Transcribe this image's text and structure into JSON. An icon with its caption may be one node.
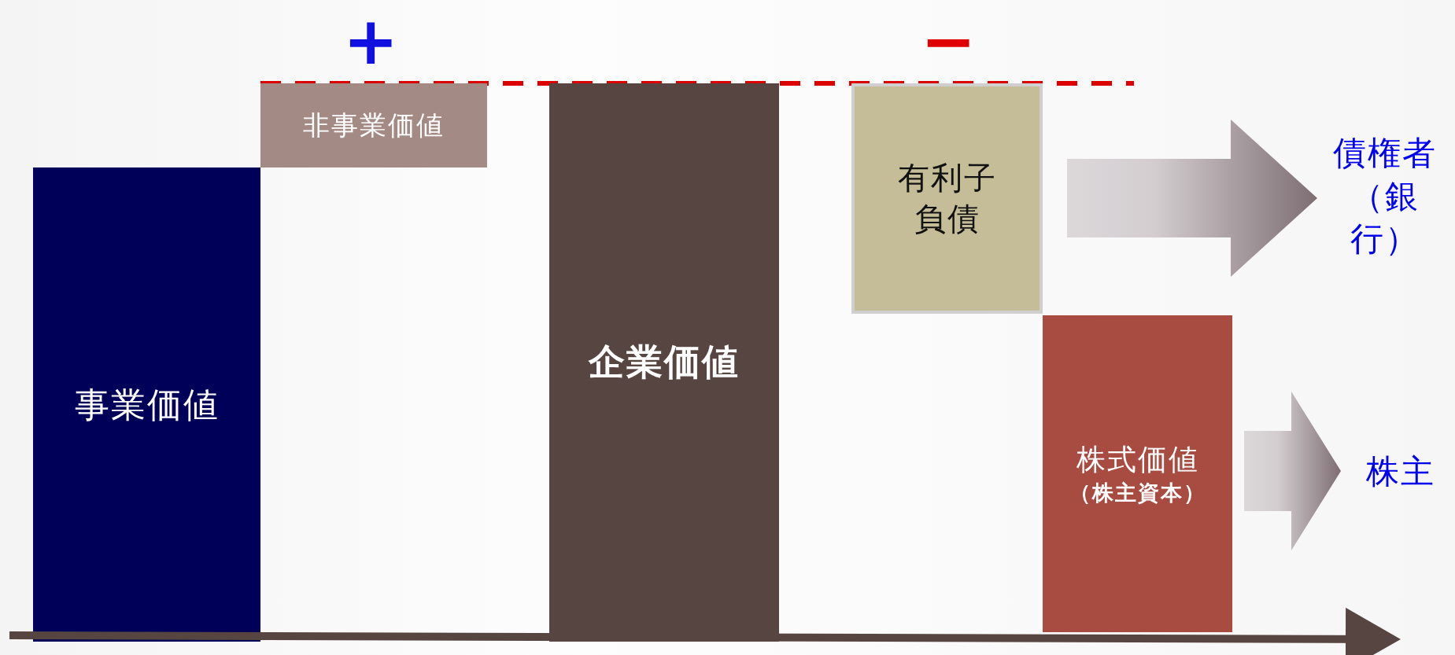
{
  "diagram": {
    "nodes": [
      {
        "text": [
          "事業価値"
        ]
      },
      {
        "text": [
          "非事業価値"
        ]
      },
      {
        "text": [
          "企業価値"
        ]
      },
      {
        "text": [
          "有利子負債"
        ]
      },
      {
        "text": [
          "債権者（銀行）"
        ]
      },
      {
        "text": [
          "株式価値",
          "（株主資本）"
        ]
      },
      {
        "text": [
          "株主"
        ]
      }
    ],
    "edges": [
      {
        "from": 3,
        "to": 4,
        "arrow": "to"
      },
      {
        "from": 5,
        "to": 6,
        "arrow": "to"
      }
    ],
    "labels": [
      "+",
      "−"
    ]
  }
}
